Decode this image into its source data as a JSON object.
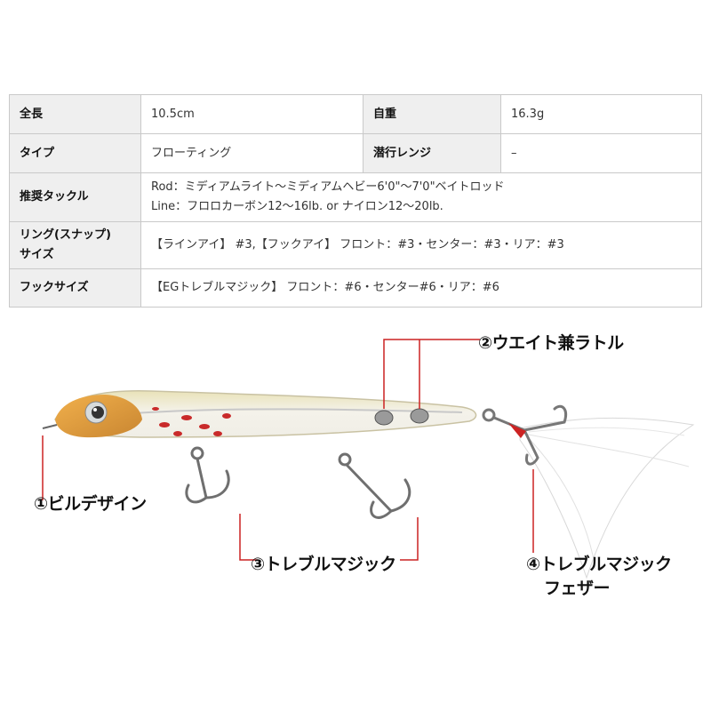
{
  "specs": {
    "rows": [
      {
        "label": "全長",
        "value": "10.5cm",
        "label2": "自重",
        "value2": "16.3g"
      },
      {
        "label": "タイプ",
        "value": "フローティング",
        "label2": "潜行レンジ",
        "value2": "–"
      },
      {
        "label": "推奨タックル",
        "value_lines": [
          "Rod：ミディアムライト〜ミディアムヘビー6'0\"〜7'0\"ベイトロッド",
          "Line：フロロカーボン12〜16lb. or ナイロン12〜20lb."
        ]
      },
      {
        "label_lines": [
          "リング(スナップ)",
          "サイズ"
        ],
        "value": "【ラインアイ】 #3,【フックアイ】 フロント：#3・センター：#3・リア：#3"
      },
      {
        "label": "フックサイズ",
        "value": "【EGトレブルマジック】 フロント：#6・センター#6・リア：#6"
      }
    ]
  },
  "callouts": {
    "c1": "①ビルデザイン",
    "c2": "②ウエイト兼ラトル",
    "c3": "③トレブルマジック",
    "c4_line1": "④トレブルマジック",
    "c4_line2": "フェザー"
  },
  "colors": {
    "label_bg": "#efefef",
    "border": "#c9c9c9",
    "leader_line": "#cc2222",
    "lure_head": "#e7a449",
    "lure_body": "#e8e4cf"
  }
}
